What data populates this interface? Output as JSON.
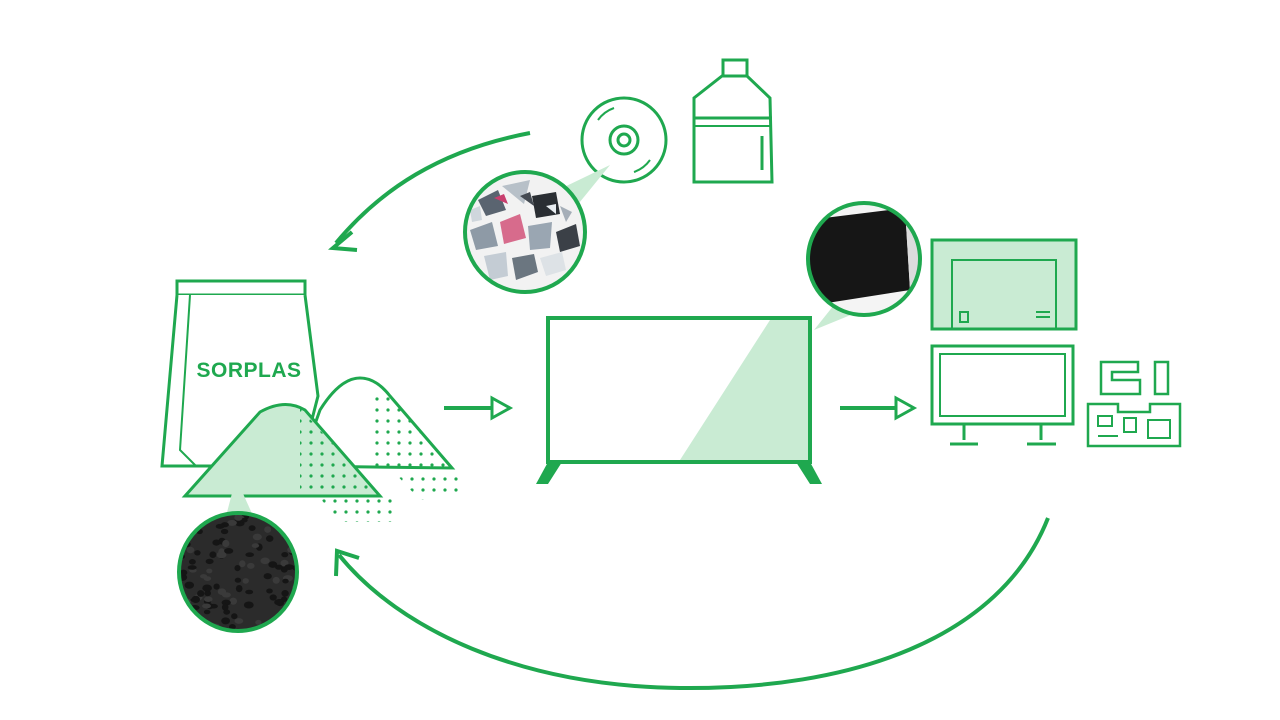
{
  "diagram": {
    "bag_label": "SORPLAS",
    "colors": {
      "stroke": "#1fa84f",
      "fill_light": "#c9ebd3",
      "white": "#ffffff",
      "shred_dark": "#2a2e33",
      "pellet": "#151515",
      "panel_dark": "#161616"
    },
    "nodes": [
      {
        "id": "cd-disc",
        "icon": "cd-disc-icon"
      },
      {
        "id": "water-jug",
        "icon": "water-bottle-icon"
      },
      {
        "id": "shredded-plastic",
        "icon": "shredded-plastic-photo"
      },
      {
        "id": "sorplas-bag",
        "icon": "bag-icon"
      },
      {
        "id": "powder-piles",
        "icon": "powder-pile-icon"
      },
      {
        "id": "pellets",
        "icon": "pellets-photo"
      },
      {
        "id": "tv",
        "icon": "tv-icon"
      },
      {
        "id": "tv-back-panel",
        "icon": "tv-rear-panel-photo"
      },
      {
        "id": "tv-back-part",
        "icon": "tv-back-part-icon"
      },
      {
        "id": "tv-frame-part",
        "icon": "tv-frame-icon"
      },
      {
        "id": "circuit-parts",
        "icon": "circuit-board-icon"
      }
    ]
  }
}
